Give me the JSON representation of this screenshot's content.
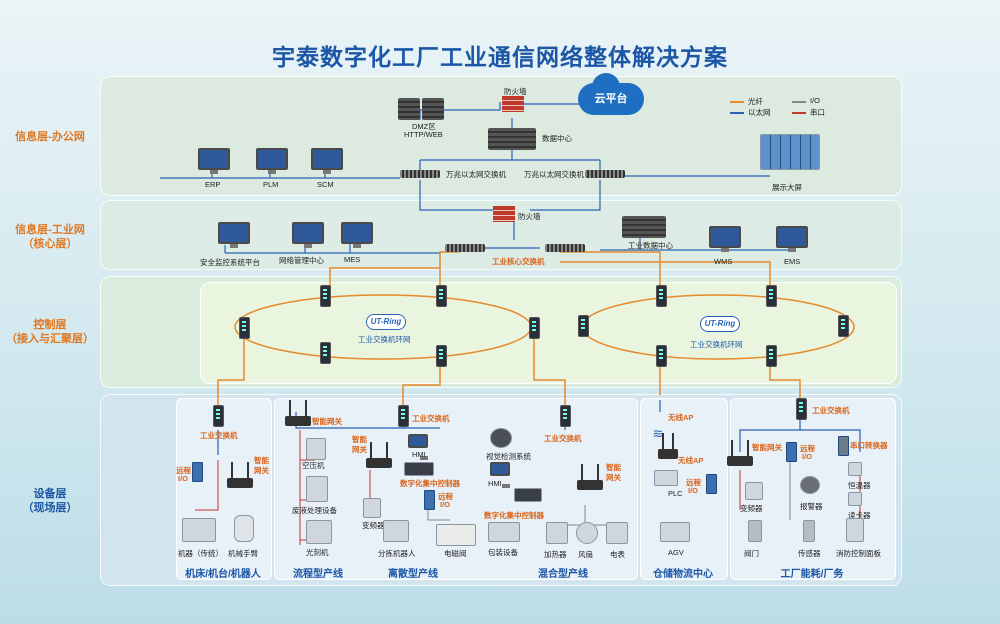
{
  "title": "宇泰数字化工厂工业通信网络整体解决方案",
  "colors": {
    "fiber": "#e58a2d",
    "ethernet": "#2a5fb5",
    "io": "#888888",
    "serial": "#c0392b"
  },
  "legend": {
    "fiber": "光纤",
    "ethernet": "以太网",
    "io": "I/O",
    "serial": "串口"
  },
  "layers": {
    "office": "信息层-办公网",
    "industrial_line1": "信息层-工业网",
    "industrial_line2": "（核心层）",
    "control_line1": "控制层",
    "control_line2": "（接入与汇聚层）",
    "device_line1": "设备层",
    "device_line2": "（现场层）"
  },
  "office": {
    "cloud": "云平台",
    "firewall": "防火墙",
    "dmz_line1": "DMZ区",
    "dmz_line2": "HTTP/WEB",
    "datacenter": "数据中心",
    "switch_left": "万兆以太网交换机",
    "switch_right": "万兆以太网交换机",
    "erp": "ERP",
    "plm": "PLM",
    "scm": "SCM",
    "display_wall": "展示大屏"
  },
  "industrial": {
    "firewall": "防火墙",
    "datacenter": "工业数据中心",
    "core_switch": "工业核心交换机",
    "security": "安全监控系统平台",
    "netmgmt": "网络管理中心",
    "mes": "MES",
    "wms": "WMS",
    "ems": "EMS"
  },
  "control": {
    "ring_logo": "UT-Ring",
    "ring_left": "工业交换机环网",
    "ring_right": "工业交换机环网"
  },
  "zones": {
    "machine": "机床/机台/机器人",
    "flow": "流程型产线",
    "discrete": "离散型产线",
    "mixed": "混合型产线",
    "warehouse": "仓储物流中心",
    "energy": "工厂能耗/厂务"
  },
  "machine": {
    "switch": "工业交换机",
    "remote_io_1": "远程",
    "remote_io_2": "I/O",
    "gateway_1": "智能",
    "gateway_2": "网关",
    "lathe": "机器（传统）",
    "robot_arm": "机械手臂"
  },
  "flow": {
    "gateway": "智能网关",
    "compressor": "空压机",
    "wastewater": "废液处理设备",
    "etcher": "光刻机"
  },
  "discrete": {
    "switch": "工业交换机",
    "gateway_1": "智能",
    "gateway_2": "网关",
    "hmi": "HMI",
    "controller": "数字化集中控制器",
    "remote_io_1": "远程",
    "remote_io_2": "I/O",
    "inverter": "变频器",
    "sort_robot": "分拣机器人",
    "cabinet": "电磁阀"
  },
  "mixed": {
    "switch": "工业交换机",
    "vision": "视觉检测系统",
    "hmi": "HMI",
    "controller": "数字化集中控制器",
    "gateway_1": "智能",
    "gateway_2": "网关",
    "packaging": "包装设备",
    "heater": "加热器",
    "fan": "风扇",
    "meter": "电表"
  },
  "warehouse": {
    "wireless_ap_top": "无线AP",
    "wireless_ap": "无线AP",
    "plc": "PLC",
    "remote_io_1": "远程",
    "remote_io_2": "I/O",
    "agv": "AGV"
  },
  "energy": {
    "switch": "工业交换机",
    "gateway": "智能网关",
    "remote_io_1": "远程",
    "remote_io_2": "I/O",
    "serial_converter": "串口转换器",
    "inverter": "变频器",
    "alarm": "报警器",
    "temp": "恒温器",
    "card_reader": "读卡器",
    "valve": "阀门",
    "sensor": "传感器",
    "fire_panel": "消防控制面板"
  }
}
